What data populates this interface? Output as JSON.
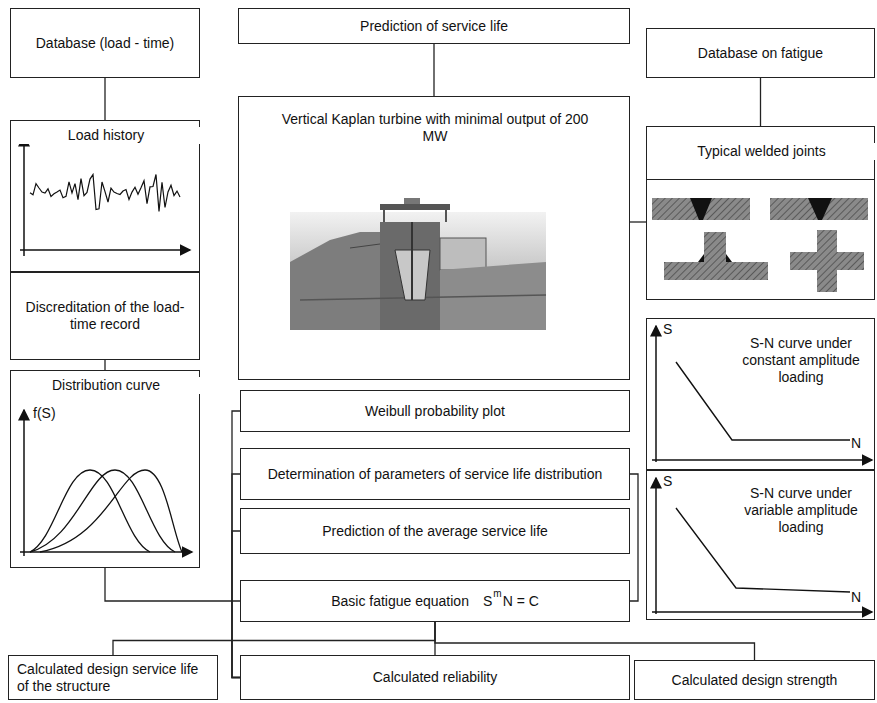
{
  "diagram": {
    "nodes": [
      {
        "text": [
          "Database (load - time)"
        ]
      },
      {
        "text": [
          "Prediction of service life"
        ]
      },
      {
        "text": [
          "Database on fatigue"
        ]
      },
      {
        "text": [
          "Load history"
        ]
      },
      {
        "text": [
          "Discreditation of the load-time record"
        ]
      },
      {
        "text": [
          "Distribution curve",
          "f(S)"
        ]
      },
      {
        "text": [
          "Vertical Kaplan turbine with minimal output of 200 MW"
        ]
      },
      {
        "text": [
          "Typical welded joints"
        ]
      },
      {
        "text": [
          "S-N curve under constant amplitude loading",
          "S",
          "N"
        ]
      },
      {
        "text": [
          "S-N curve under variable amplitude loading",
          "S",
          "N"
        ]
      },
      {
        "text": [
          "Weibull probability plot"
        ]
      },
      {
        "text": [
          "Determination of parameters of service life distribution"
        ]
      },
      {
        "text": [
          "Prediction of the average service life"
        ]
      },
      {
        "text": [
          "Basic fatigue equation",
          "S",
          "m",
          "N = C"
        ]
      },
      {
        "text": [
          "Calculated design service life of the structure"
        ]
      },
      {
        "text": [
          "Calculated reliability"
        ]
      },
      {
        "text": [
          "Calculated design strength"
        ]
      }
    ],
    "edges": [
      {
        "from": 0,
        "to": 3,
        "arrow": "none"
      },
      {
        "from": 1,
        "to": 6,
        "arrow": "none"
      },
      {
        "from": 2,
        "to": 7,
        "arrow": "none"
      },
      {
        "from": 6,
        "to": 7,
        "arrow": "none"
      },
      {
        "from": 4,
        "to": 5,
        "arrow": "none"
      },
      {
        "from": 5,
        "to": 13,
        "arrow": "none"
      },
      {
        "from": 10,
        "to": 15,
        "arrow": "none"
      },
      {
        "from": 11,
        "to": 15,
        "arrow": "none"
      },
      {
        "from": 12,
        "to": 15,
        "arrow": "none"
      },
      {
        "from": 11,
        "to": 13,
        "arrow": "none"
      },
      {
        "from": 13,
        "to": 14,
        "arrow": "none"
      },
      {
        "from": 13,
        "to": 15,
        "arrow": "none"
      },
      {
        "from": 13,
        "to": 16,
        "arrow": "none"
      }
    ]
  }
}
